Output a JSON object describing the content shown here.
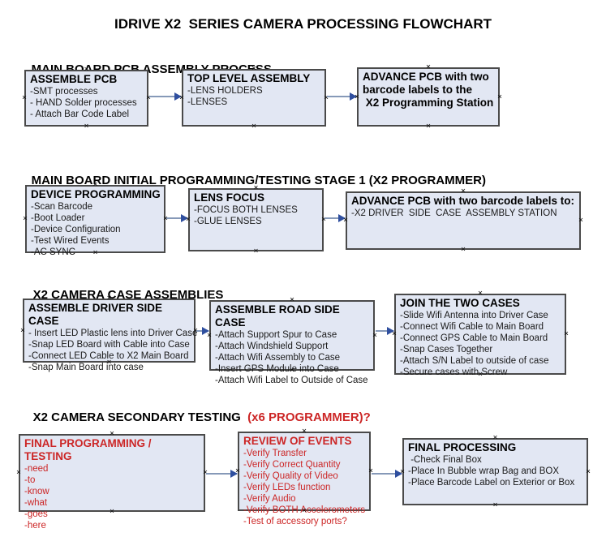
{
  "title": "IDRIVE X2  SERIES CAMERA PROCESSING FLOWCHART",
  "colors": {
    "box_fill": "#e2e7f3",
    "box_border": "#4a4a4a",
    "red_text": "#cc2626",
    "arrow_line": "#8699b8",
    "arrow_head": "#2f4f9f"
  },
  "icons": {
    "handle": "×"
  },
  "sections": [
    {
      "header": "MAIN BOARD PCB ASSEMBLY PROCESS",
      "boxes": [
        {
          "title": "ASSEMBLE PCB",
          "lines": [
            "-SMT processes",
            "- HAND Solder processes",
            "- Attach Bar Code Label"
          ]
        },
        {
          "title": "TOP LEVEL ASSEMBLY",
          "lines": [
            "-LENS HOLDERS",
            "-LENSES"
          ]
        },
        {
          "title": "ADVANCE PCB with two\nbarcode labels to the\n X2 Programming Station",
          "lines": []
        }
      ]
    },
    {
      "header": "MAIN BOARD INITIAL PROGRAMMING/TESTING STAGE 1 (X2 PROGRAMMER)",
      "boxes": [
        {
          "title": "DEVICE PROGRAMMING",
          "lines": [
            "-Scan Barcode",
            "-Boot Loader",
            "-Device Configuration",
            "-Test Wired Events",
            "-AC SYNC"
          ]
        },
        {
          "title": "LENS FOCUS",
          "lines": [
            "-FOCUS BOTH LENSES",
            "-GLUE LENSES"
          ]
        },
        {
          "title": "ADVANCE PCB with two barcode labels to:",
          "lines": [
            "-X2 DRIVER  SIDE  CASE  ASSEMBLY STATION"
          ]
        }
      ]
    },
    {
      "header": "X2 CAMERA CASE ASSEMBLIES",
      "boxes": [
        {
          "title": "ASSEMBLE DRIVER SIDE CASE",
          "lines": [
            "- Insert LED Plastic lens into Driver Case",
            "-Snap LED Board with Cable into Case",
            "-Connect LED Cable to X2 Main Board",
            "-Snap Main Board into case"
          ]
        },
        {
          "title": "ASSEMBLE ROAD SIDE CASE",
          "lines": [
            "-Attach Support Spur to Case",
            "-Attach Windshield Support",
            "-Attach Wifi Assembly to Case",
            "-Insert GPS Module into Case",
            "-Attach Wifi Label to Outside of Case"
          ]
        },
        {
          "title": "JOIN THE TWO CASES",
          "lines": [
            "-Slide Wifi Antenna into Driver Case",
            "-Connect Wifi Cable to Main Board",
            "-Connect GPS Cable to Main Board",
            "-Snap Cases Together",
            "-Attach S/N Label to outside of case",
            "-Secure cases with Screw"
          ]
        }
      ]
    },
    {
      "header": "X2 CAMERA SECONDARY TESTING ",
      "header_red": " (x6 PROGRAMMER)?",
      "boxes": [
        {
          "title": "FINAL PROGRAMMING / TESTING",
          "lines": [
            "-need",
            "-to",
            "-know",
            "-what",
            "-goes",
            "-here"
          ]
        },
        {
          "title": "REVIEW OF EVENTS",
          "lines": [
            "-Verify Transfer",
            "-Verify Correct Quantity",
            "-Verify Quality of Video",
            "-Verify LEDs function",
            "-Verify Audio",
            "-Verify BOTH Accelerometers",
            "-Test of accessory ports?"
          ]
        },
        {
          "title": "FINAL PROCESSING",
          "lines": [
            " -Check Final Box",
            "-Place In Bubble wrap Bag and BOX",
            "-Place Barcode Label on Exterior or Box"
          ]
        }
      ]
    }
  ]
}
